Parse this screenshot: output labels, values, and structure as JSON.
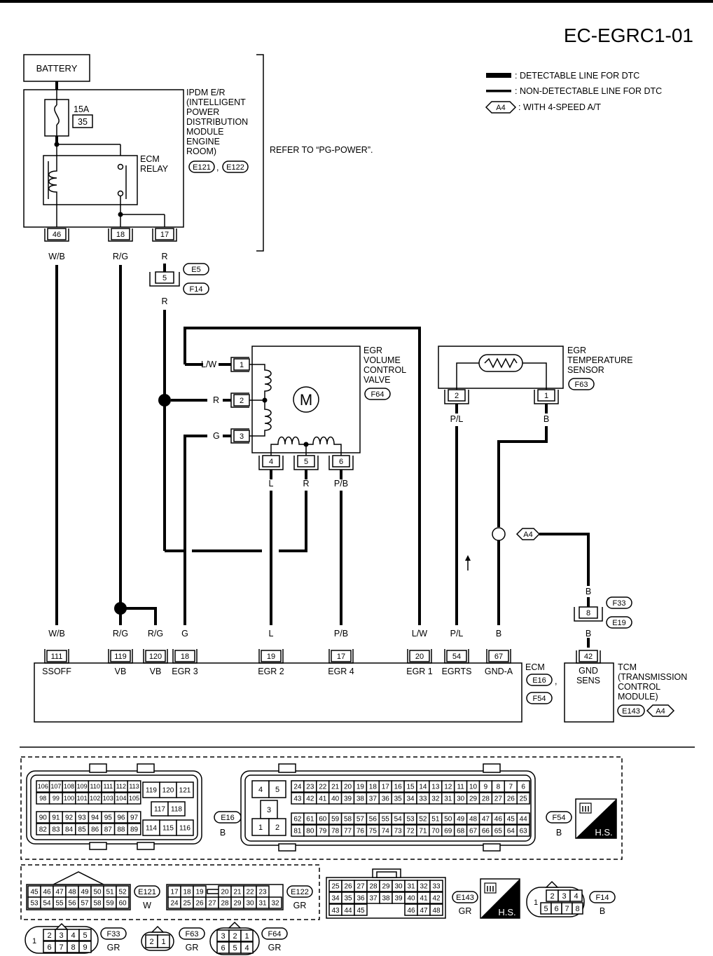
{
  "page_code": "EC-EGRC1-01",
  "battery_label": "BATTERY",
  "fuse": {
    "amps": "15A",
    "number": "35"
  },
  "ipdm": {
    "lines": [
      "IPDM E/R",
      "(INTELLIGENT",
      "POWER",
      "DISTRIBUTION",
      "MODULE",
      "ENGINE",
      "ROOM)"
    ],
    "connectors": [
      "E121",
      "E122"
    ],
    "sep": ","
  },
  "ecm_relay_lines": [
    "ECM",
    "RELAY"
  ],
  "refer_text": "REFER TO “PG-POWER”.",
  "legend": {
    "detectable": ": DETECTABLE LINE FOR DTC",
    "non_detectable": ": NON-DETECTABLE LINE FOR DTC",
    "at_tag": "A4",
    "at_text": ": WITH 4-SPEED A/T"
  },
  "ipdm_pins": [
    {
      "pin": "46",
      "color": "W/B"
    },
    {
      "pin": "18",
      "color": "R/G"
    },
    {
      "pin": "17",
      "color": "R"
    }
  ],
  "joint_e5": {
    "pin": "5",
    "tags": [
      "E5",
      "F14"
    ],
    "color_below": "R"
  },
  "egr_valve": {
    "lines": [
      "EGR",
      "VOLUME",
      "CONTROL",
      "VALVE"
    ],
    "connector": "F64",
    "motor": "M",
    "left_pins": [
      {
        "pin": "1",
        "color": "L/W"
      },
      {
        "pin": "2",
        "color": "R"
      },
      {
        "pin": "3",
        "color": "G"
      }
    ],
    "bottom_pins": [
      {
        "pin": "4",
        "color": "L"
      },
      {
        "pin": "5",
        "color": "R"
      },
      {
        "pin": "6",
        "color": "P/B"
      }
    ]
  },
  "egr_temp": {
    "lines": [
      "EGR",
      "TEMPERATURE",
      "SENSOR"
    ],
    "connector": "F63",
    "pins": [
      {
        "pin": "2",
        "color": "P/L"
      },
      {
        "pin": "1",
        "color": "B"
      }
    ]
  },
  "a4_tag": "A4",
  "joint_f33": {
    "pin": "8",
    "tags": [
      "F33",
      "E19"
    ],
    "color_above": "B",
    "color_below": "B"
  },
  "ecm_pins": [
    {
      "pin": "111",
      "color": "W/B",
      "name": "SSOFF"
    },
    {
      "pin": "119",
      "color": "R/G",
      "name": "VB"
    },
    {
      "pin": "120",
      "color": "R/G",
      "name": "VB"
    },
    {
      "pin": "18",
      "color": "G",
      "name": "EGR 3"
    },
    {
      "pin": "19",
      "color": "L",
      "name": "EGR 2"
    },
    {
      "pin": "17",
      "color": "P/B",
      "name": "EGR 4"
    },
    {
      "pin": "20",
      "color": "L/W",
      "name": "EGR 1"
    },
    {
      "pin": "54",
      "color": "P/L",
      "name": "EGRTS"
    },
    {
      "pin": "67",
      "color": "B",
      "name": "GND-A"
    }
  ],
  "ecm": {
    "label": "ECM",
    "connectors": [
      "E16",
      "F54"
    ],
    "sep": ","
  },
  "tcm": {
    "pin": "42",
    "color": "B",
    "pin_name": [
      "GND",
      "SENS"
    ],
    "lines": [
      "TCM",
      "(TRANSMISSION",
      "CONTROL",
      "MODULE)"
    ],
    "connector": "E143",
    "tag": "A4"
  },
  "conn_e16": {
    "id": "E16",
    "color": "B",
    "row1": [
      "106",
      "107",
      "108",
      "109",
      "110",
      "111",
      "112",
      "113"
    ],
    "row2": [
      "98",
      "99",
      "100",
      "101",
      "102",
      "103",
      "104",
      "105"
    ],
    "row3": [
      "90",
      "91",
      "92",
      "93",
      "94",
      "95",
      "96",
      "97"
    ],
    "row4": [
      "82",
      "83",
      "84",
      "85",
      "86",
      "87",
      "88",
      "89"
    ],
    "blk_top": [
      "119",
      "120",
      "121"
    ],
    "blk_mid": [
      "117",
      "118"
    ],
    "blk_bot": [
      "114",
      "115",
      "116"
    ]
  },
  "conn_f54": {
    "id": "F54",
    "color": "B",
    "small": [
      "4",
      "5",
      "3",
      "1",
      "2"
    ],
    "row1": [
      "24",
      "23",
      "22",
      "21",
      "20",
      "19",
      "18",
      "17",
      "16",
      "15",
      "14",
      "13",
      "12",
      "11",
      "10",
      "9",
      "8",
      "7",
      "6"
    ],
    "row2": [
      "43",
      "42",
      "41",
      "40",
      "39",
      "38",
      "37",
      "36",
      "35",
      "34",
      "33",
      "32",
      "31",
      "30",
      "29",
      "28",
      "27",
      "26",
      "25"
    ],
    "row3": [
      "62",
      "61",
      "60",
      "59",
      "58",
      "57",
      "56",
      "55",
      "54",
      "53",
      "52",
      "51",
      "50",
      "49",
      "48",
      "47",
      "46",
      "45",
      "44"
    ],
    "row4": [
      "81",
      "80",
      "79",
      "78",
      "77",
      "76",
      "75",
      "74",
      "73",
      "72",
      "71",
      "70",
      "69",
      "68",
      "67",
      "66",
      "65",
      "64",
      "63"
    ]
  },
  "hs_label": "H.S.",
  "conn_e121": {
    "id": "E121",
    "color": "W",
    "row1": [
      "45",
      "46",
      "47",
      "48",
      "49",
      "50",
      "51",
      "52"
    ],
    "row2": [
      "53",
      "54",
      "55",
      "56",
      "57",
      "58",
      "59",
      "60"
    ]
  },
  "conn_e122": {
    "id": "E122",
    "color": "GR",
    "row1": [
      "17",
      "18",
      "19",
      "",
      "20",
      "21",
      "22",
      "23"
    ],
    "row2": [
      "24",
      "25",
      "26",
      "27",
      "28",
      "29",
      "30",
      "31",
      "32"
    ]
  },
  "conn_e143": {
    "id": "E143",
    "color": "GR",
    "row1": [
      "25",
      "26",
      "27",
      "28",
      "29",
      "30",
      "31",
      "32",
      "33"
    ],
    "row2": [
      "34",
      "35",
      "36",
      "37",
      "38",
      "39",
      "40",
      "41",
      "42"
    ],
    "row3": [
      "43",
      "44",
      "45",
      "46",
      "47",
      "48"
    ]
  },
  "conn_f14": {
    "id": "F14",
    "color": "B",
    "single": "1",
    "row1": [
      "2",
      "3",
      "4"
    ],
    "row2": [
      "5",
      "6",
      "7",
      "8"
    ]
  },
  "conn_f33": {
    "id": "F33",
    "color": "GR",
    "single": "1",
    "row1": [
      "2",
      "3",
      "4",
      "5"
    ],
    "row2": [
      "6",
      "7",
      "8",
      "9"
    ]
  },
  "conn_f63": {
    "id": "F63",
    "color": "GR",
    "pins": [
      "2",
      "1"
    ]
  },
  "conn_f64": {
    "id": "F64",
    "color": "GR",
    "row1": [
      "3",
      "2",
      "1"
    ],
    "row2": [
      "6",
      "5",
      "4"
    ]
  }
}
